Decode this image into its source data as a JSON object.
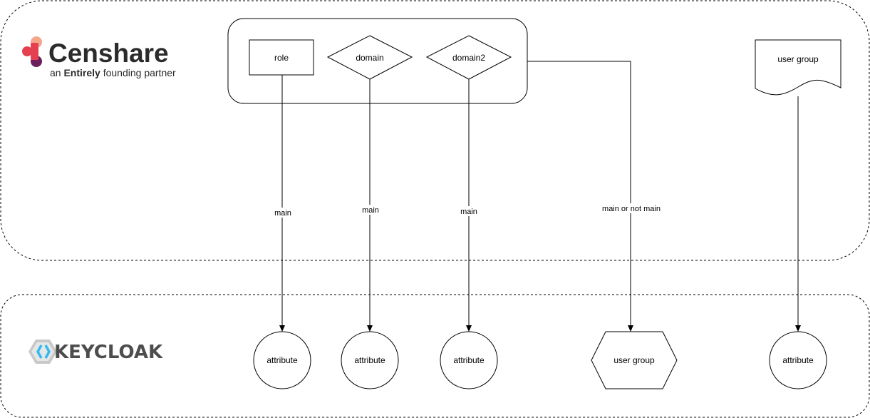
{
  "censhare_logo": {
    "wordmark": "Censhare",
    "tagline_prefix": "an ",
    "tagline_bold": "Entirely",
    "tagline_suffix": " founding partner",
    "colors": {
      "orange": "#f4a58a",
      "red": "#e5404f",
      "purple": "#6b1f5c"
    }
  },
  "keycloak_logo": {
    "wordmark": "KEYCLOAK",
    "colors": {
      "blue": "#33bbf0",
      "gray": "#4d4d4d"
    }
  },
  "nodes": {
    "role": "role",
    "domain": "domain",
    "domain2": "domain2",
    "user_group_doc": "user group",
    "attr_role": "attribute",
    "attr_domain": "attribute",
    "attr_domain2": "attribute",
    "user_group_hex": "user group",
    "attr_user_group": "attribute"
  },
  "edges": {
    "role_to_attribute": "main",
    "domain_to_attribute": "main",
    "domain2_to_attribute": "main",
    "group_to_user_group": "main or not main"
  }
}
